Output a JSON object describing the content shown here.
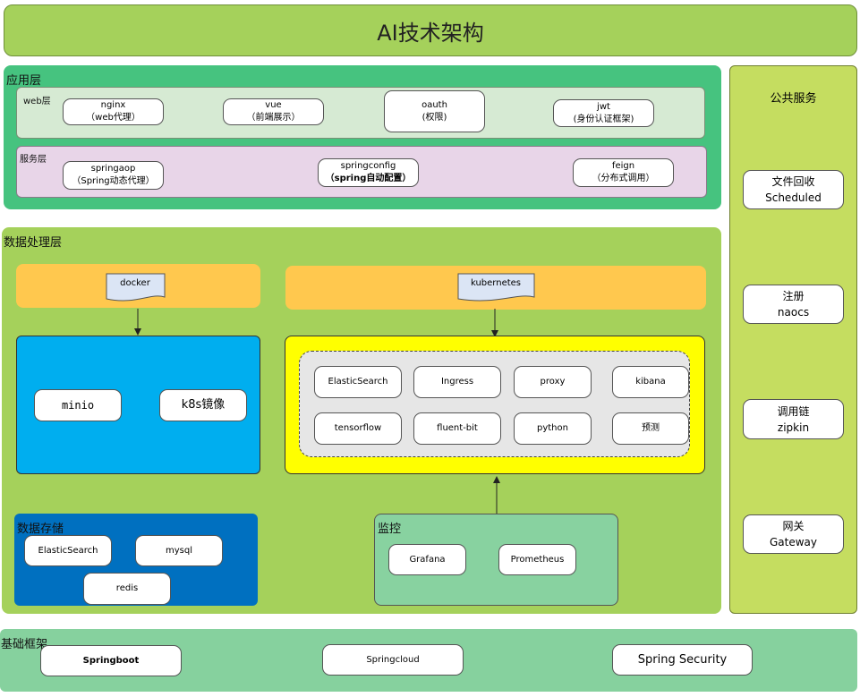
{
  "title": "AI技术架构",
  "app_layer": {
    "label": "应用层",
    "web": {
      "label": "web层",
      "items": [
        {
          "name": "nginx",
          "desc": "（web代理）"
        },
        {
          "name": "vue",
          "desc": "（前端展示）"
        },
        {
          "name": "oauth",
          "desc": "(权限)"
        },
        {
          "name": "jwt",
          "desc": "(身份认证框架)"
        }
      ]
    },
    "service": {
      "label": "服务层",
      "items": [
        {
          "name": "springaop",
          "desc": "（Spring动态代理）"
        },
        {
          "name": "springconfig",
          "desc": "（spring自动配置）"
        },
        {
          "name": "feign",
          "desc": "（分布式调用）"
        }
      ]
    }
  },
  "public": {
    "label": "公共服务",
    "items": [
      {
        "line1": "文件回收",
        "line2": "Scheduled"
      },
      {
        "line1": "注册",
        "line2": "naocs"
      },
      {
        "line1": "调用链",
        "line2": "zipkin"
      },
      {
        "line1": "网关",
        "line2": "Gateway"
      }
    ]
  },
  "data_layer": {
    "label": "数据处理层",
    "docker": "docker",
    "kubernetes": "kubernetes",
    "docker_items": [
      "minio",
      "k8s镜像"
    ],
    "k8s_items": [
      "ElasticSearch",
      "Ingress",
      "proxy",
      "kibana",
      "tensorflow",
      "fluent-bit",
      "python",
      "预测"
    ],
    "storage": {
      "label": "数据存储",
      "items": [
        "ElasticSearch",
        "mysql",
        "redis"
      ]
    },
    "monitor": {
      "label": "监控",
      "items": [
        "Grafana",
        "Prometheus"
      ]
    }
  },
  "base": {
    "label": "基础框架",
    "items": [
      "Springboot",
      "Springcloud",
      "Spring Security"
    ]
  }
}
